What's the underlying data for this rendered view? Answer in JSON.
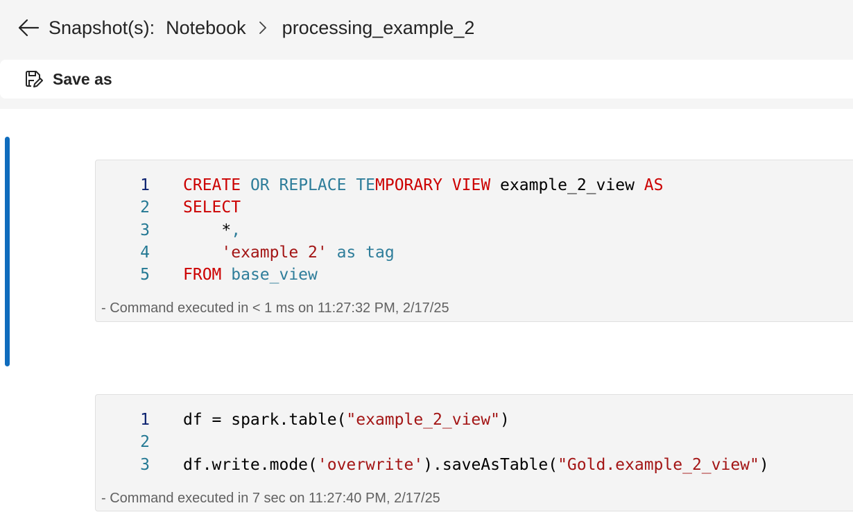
{
  "header": {
    "back_icon": "arrow-left-icon",
    "label": "Snapshot(s):",
    "breadcrumb": [
      "Notebook",
      "processing_example_2"
    ],
    "separator_icon": "chevron-right-icon"
  },
  "toolbar": {
    "save_as_label": "Save as",
    "save_as_icon": "save-edit-icon"
  },
  "colors": {
    "accent": "#0f6cbd",
    "keyword_red": "#cc0000",
    "keyword_teal": "#2e7d9a",
    "string": "#a31515"
  },
  "cells": [
    {
      "lines": [
        {
          "n": "1",
          "tokens": [
            [
              "CREATE",
              "kw"
            ],
            [
              " ",
              "txt"
            ],
            [
              "OR",
              "kb"
            ],
            [
              " ",
              "txt"
            ],
            [
              "REPLACE",
              "kb"
            ],
            [
              " ",
              "txt"
            ],
            [
              "TE",
              "kb"
            ],
            [
              "MPORARY",
              "kw"
            ],
            [
              " ",
              "txt"
            ],
            [
              "VIEW",
              "kw"
            ],
            [
              " example_2_view ",
              "txt"
            ],
            [
              "AS",
              "kw"
            ]
          ]
        },
        {
          "n": "2",
          "tokens": [
            [
              "SELECT",
              "kw"
            ]
          ]
        },
        {
          "n": "3",
          "tokens": [
            [
              "    *",
              "txt"
            ],
            [
              ",",
              "kb"
            ]
          ]
        },
        {
          "n": "4",
          "tokens": [
            [
              "    ",
              "txt"
            ],
            [
              "'example 2'",
              "str"
            ],
            [
              " ",
              "txt"
            ],
            [
              "as",
              "kb"
            ],
            [
              " ",
              "txt"
            ],
            [
              "tag",
              "kb"
            ]
          ]
        },
        {
          "n": "5",
          "tokens": [
            [
              "FROM",
              "kw"
            ],
            [
              " ",
              "txt"
            ],
            [
              "base_view",
              "kb"
            ]
          ]
        }
      ],
      "status": "- Command executed in < 1 ms on 11:27:32 PM, 2/17/25"
    },
    {
      "lines": [
        {
          "n": "1",
          "tokens": [
            [
              "df = spark.table(",
              "txt"
            ],
            [
              "\"example_2_view\"",
              "str"
            ],
            [
              ")",
              "txt"
            ]
          ]
        },
        {
          "n": "2",
          "tokens": []
        },
        {
          "n": "3",
          "tokens": [
            [
              "df.write.mode(",
              "txt"
            ],
            [
              "'overwrite'",
              "str"
            ],
            [
              ").saveAsTable(",
              "txt"
            ],
            [
              "\"Gold.example_2_view\"",
              "str"
            ],
            [
              ")",
              "txt"
            ]
          ]
        }
      ],
      "status": "- Command executed in 7 sec on 11:27:40 PM, 2/17/25"
    }
  ]
}
